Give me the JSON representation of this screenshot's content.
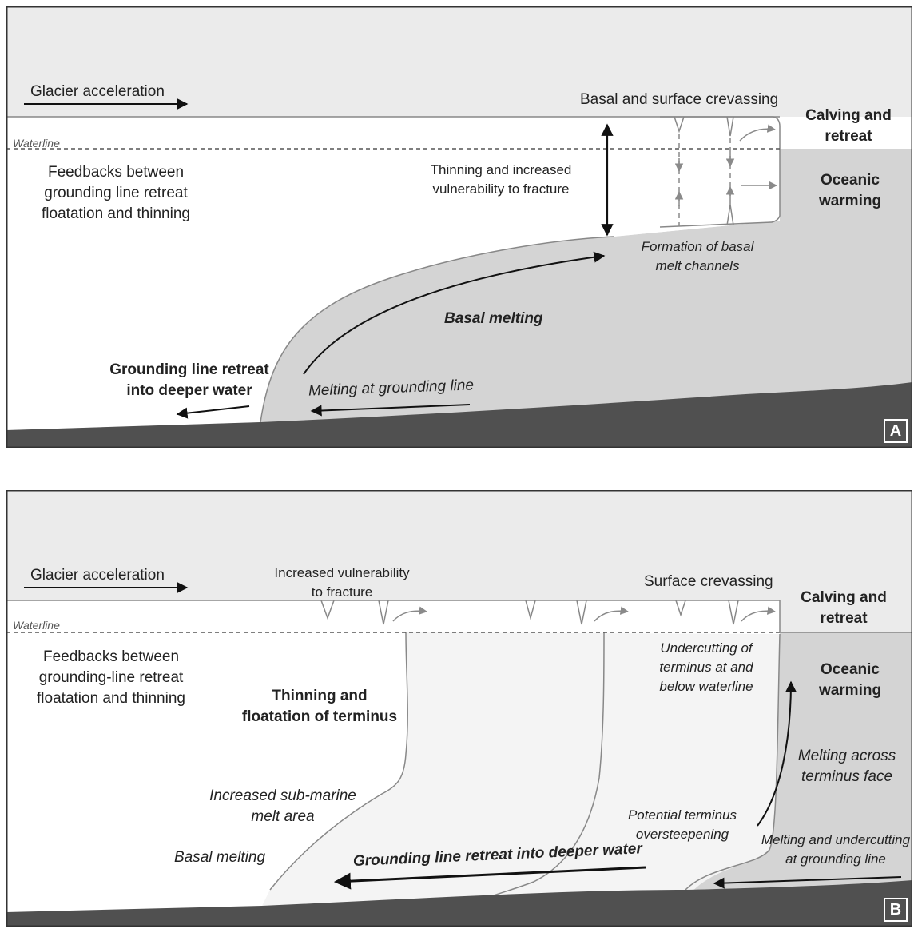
{
  "panel_a": {
    "tag": "A",
    "glacier_acceleration": "Glacier acceleration",
    "waterline": "Waterline",
    "crevassing": "Basal and surface crevassing",
    "calving": [
      "Calving and",
      "retreat"
    ],
    "feedbacks": [
      "Feedbacks between",
      "grounding line retreat",
      "floatation and thinning"
    ],
    "thinning": [
      "Thinning and increased",
      "vulnerability to fracture"
    ],
    "oceanic": [
      "Oceanic",
      "warming"
    ],
    "basal_channels": [
      "Formation of basal",
      "melt channels"
    ],
    "basal_melting": "Basal melting",
    "grounding_retreat": [
      "Grounding line retreat",
      "into deeper water"
    ],
    "melting_gl": "Melting at grounding line"
  },
  "panel_b": {
    "tag": "B",
    "glacier_acceleration": "Glacier acceleration",
    "waterline": "Waterline",
    "vulnerability": [
      "Increased vulnerability",
      "to fracture"
    ],
    "surface_crevassing": "Surface crevassing",
    "calving": [
      "Calving and",
      "retreat"
    ],
    "feedbacks": [
      "Feedbacks between",
      "grounding-line retreat",
      "floatation and thinning"
    ],
    "thinning": [
      "Thinning and",
      "floatation of terminus"
    ],
    "undercutting": [
      "Undercutting of",
      "terminus at and",
      "below waterline"
    ],
    "oceanic": [
      "Oceanic",
      "warming"
    ],
    "submarine": [
      "Increased sub-marine",
      "melt area"
    ],
    "melting_face": [
      "Melting across",
      "terminus face"
    ],
    "oversteepening": [
      "Potential terminus",
      "oversteepening"
    ],
    "basal_melting": "Basal melting",
    "melting_undercutting": [
      "Melting and undercutting",
      "at grounding line"
    ],
    "grounding_retreat": "Grounding line retreat into deeper water"
  },
  "colors": {
    "ice": "#ebebeb",
    "ocean": "#d4d4d4",
    "ice_front": "#f4f4f4",
    "bed": "#505050",
    "line": "#777777",
    "arrow": "#111111",
    "arrow_light": "#8a8a8a"
  }
}
